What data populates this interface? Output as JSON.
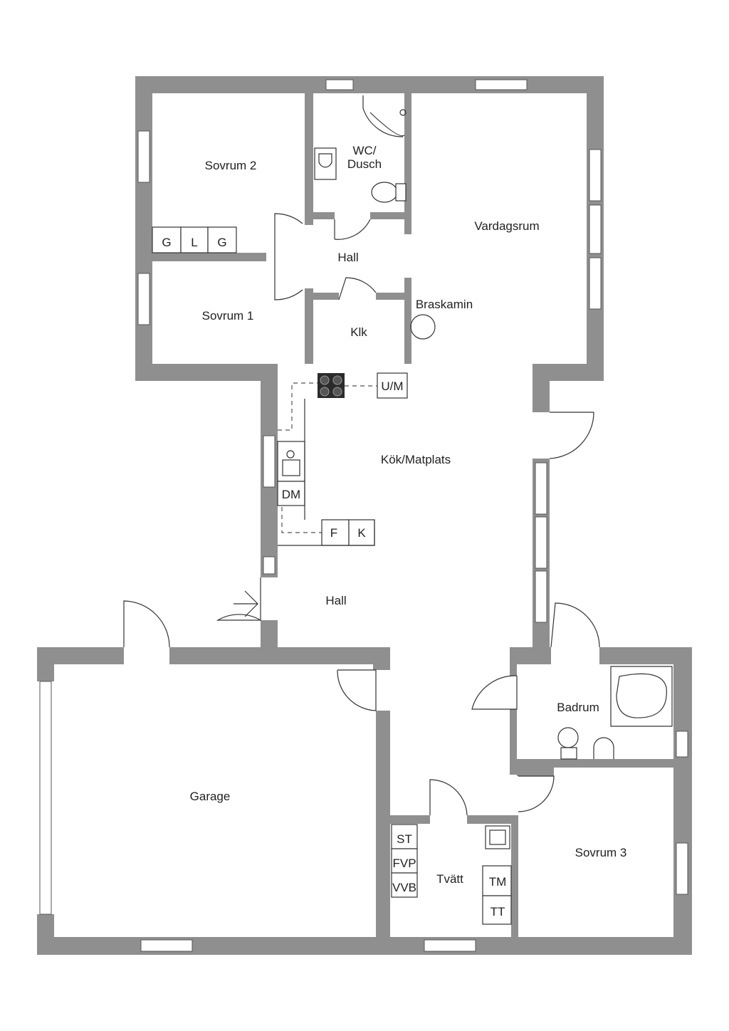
{
  "rooms": {
    "sovrum2": "Sovrum 2",
    "wc": "WC/",
    "dusch": "Dusch",
    "vardagsrum": "Vardagsrum",
    "hall_top": "Hall",
    "braskamin": "Braskamin",
    "sovrum1": "Sovrum 1",
    "klk": "Klk",
    "kok": "Kök/Matplats",
    "hall_bottom": "Hall",
    "badrum": "Badrum",
    "garage": "Garage",
    "tvatt": "Tvätt",
    "sovrum3": "Sovrum 3"
  },
  "fixtures": {
    "wardrobe": [
      "G",
      "L",
      "G"
    ],
    "um": "U/M",
    "dm": "DM",
    "f": "F",
    "k": "K",
    "st": "ST",
    "fvp": "FVP",
    "vvb": "VVB",
    "tm": "TM",
    "tt": "TT"
  },
  "colors": {
    "wall": "#8f8f8f",
    "line": "#333333",
    "background": "#ffffff"
  }
}
